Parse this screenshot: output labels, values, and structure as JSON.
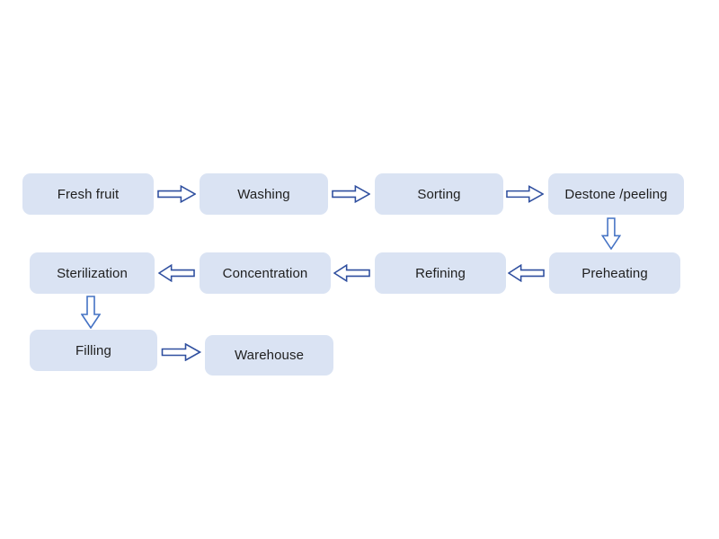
{
  "diagram": {
    "description": "Fruit processing flowchart",
    "nodes": {
      "fresh_fruit": {
        "label": "Fresh fruit"
      },
      "washing": {
        "label": "Washing"
      },
      "sorting": {
        "label": "Sorting"
      },
      "destone": {
        "label": "Destone /peeling"
      },
      "preheating": {
        "label": "Preheating"
      },
      "refining": {
        "label": "Refining"
      },
      "concentration": {
        "label": "Concentration"
      },
      "sterilization": {
        "label": "Sterilization"
      },
      "filling": {
        "label": "Filling"
      },
      "warehouse": {
        "label": "Warehouse"
      }
    },
    "edges": [
      {
        "from": "fresh_fruit",
        "to": "washing",
        "direction": "right"
      },
      {
        "from": "washing",
        "to": "sorting",
        "direction": "right"
      },
      {
        "from": "sorting",
        "to": "destone",
        "direction": "right"
      },
      {
        "from": "destone",
        "to": "preheating",
        "direction": "down"
      },
      {
        "from": "preheating",
        "to": "refining",
        "direction": "left"
      },
      {
        "from": "refining",
        "to": "concentration",
        "direction": "left"
      },
      {
        "from": "concentration",
        "to": "sterilization",
        "direction": "left"
      },
      {
        "from": "sterilization",
        "to": "filling",
        "direction": "down"
      },
      {
        "from": "filling",
        "to": "warehouse",
        "direction": "right"
      }
    ]
  },
  "colors": {
    "box_fill": "#dae3f3",
    "arrow_horizontal": "#2f4f9f",
    "arrow_vertical": "#4472c4",
    "text": "#1f1f1f",
    "background": "#ffffff"
  }
}
